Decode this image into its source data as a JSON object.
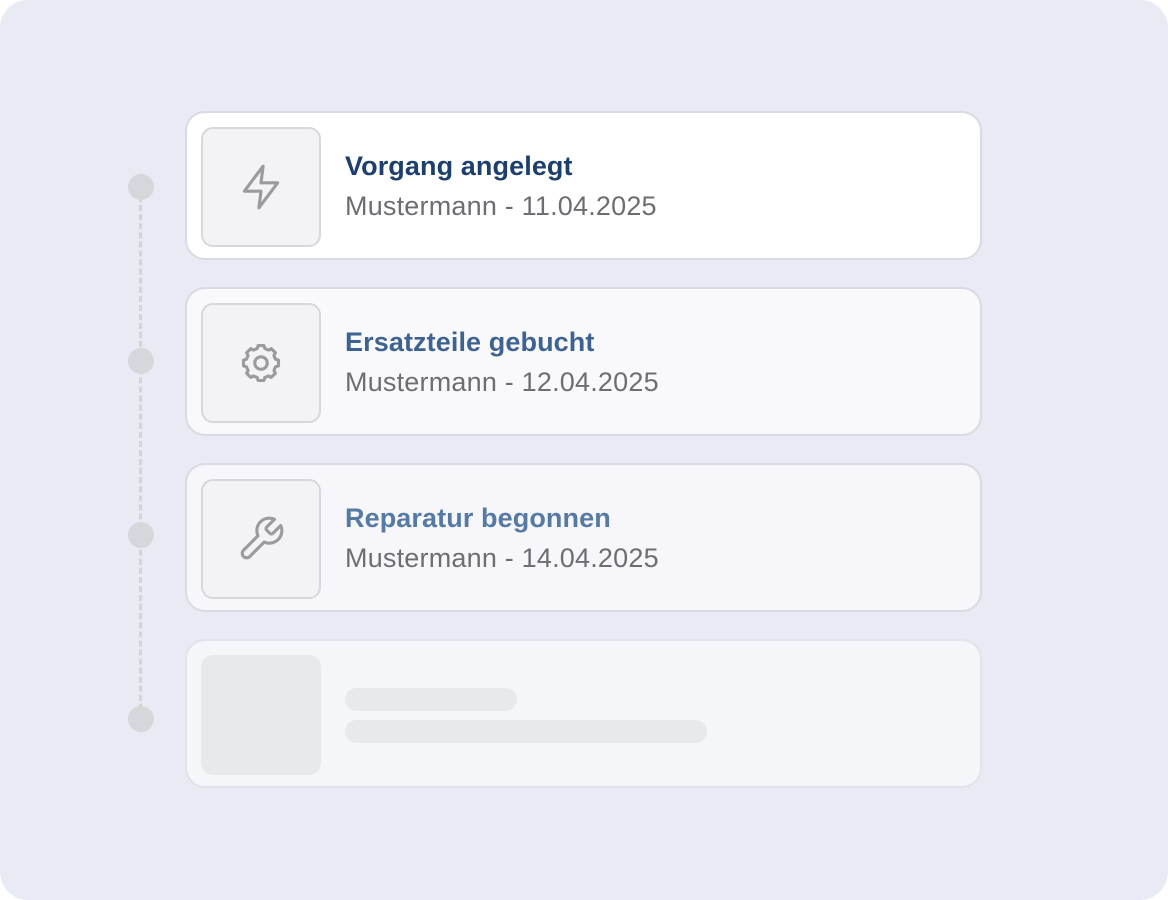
{
  "timeline": {
    "entries": [
      {
        "title": "Vorgang angelegt",
        "subtitle": "Mustermann - 11.04.2025",
        "icon": "lightning-icon"
      },
      {
        "title": "Ersatzteile gebucht",
        "subtitle": "Mustermann - 12.04.2025",
        "icon": "gear-icon"
      },
      {
        "title": "Reparatur begonnen",
        "subtitle": "Mustermann - 14.04.2025",
        "icon": "wrench-icon"
      }
    ],
    "placeholder_entry": {
      "state": "loading"
    }
  },
  "colors": {
    "background": "#e8ebf3",
    "title_primary": "#1c3f6d",
    "title_secondary": "#3f6391",
    "title_tertiary": "#557aa3",
    "subtitle": "#6d6e72",
    "icon_stroke": "#9a9ba0",
    "timeline": "#d6d7da"
  }
}
